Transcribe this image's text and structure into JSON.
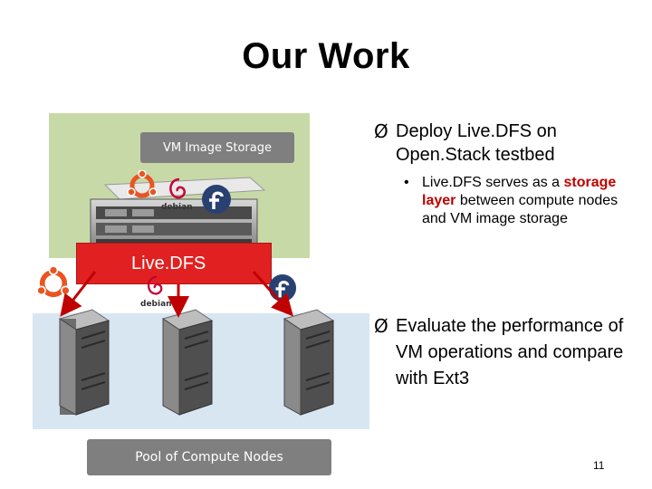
{
  "slide": {
    "title": "Our Work",
    "page_number": "11"
  },
  "diagram": {
    "storage_label": "VM Image Storage",
    "layer_label": "Live.DFS",
    "pool_label": "Pool of Compute Nodes",
    "debian_word": "debian",
    "colors": {
      "storage_panel": "#c7d9a7",
      "layer_box": "#e12121",
      "compute_panel": "#d8e6f2",
      "label_box": "#7f7f7f"
    },
    "icons": [
      "ubuntu-logo-icon",
      "debian-logo-icon",
      "fedora-logo-icon",
      "rack-server-icon",
      "tower-server-icon"
    ]
  },
  "content": {
    "bullet1": "Deploy Live.DFS on Open.Stack testbed",
    "sub_before": "Live.DFS serves as a ",
    "sub_highlight": "storage layer",
    "sub_after": " between compute nodes and VM image storage",
    "bullet2": "Evaluate the performance of VM operations and compare with Ext3",
    "arrow_mark": "Ø",
    "sub_mark": "•"
  }
}
